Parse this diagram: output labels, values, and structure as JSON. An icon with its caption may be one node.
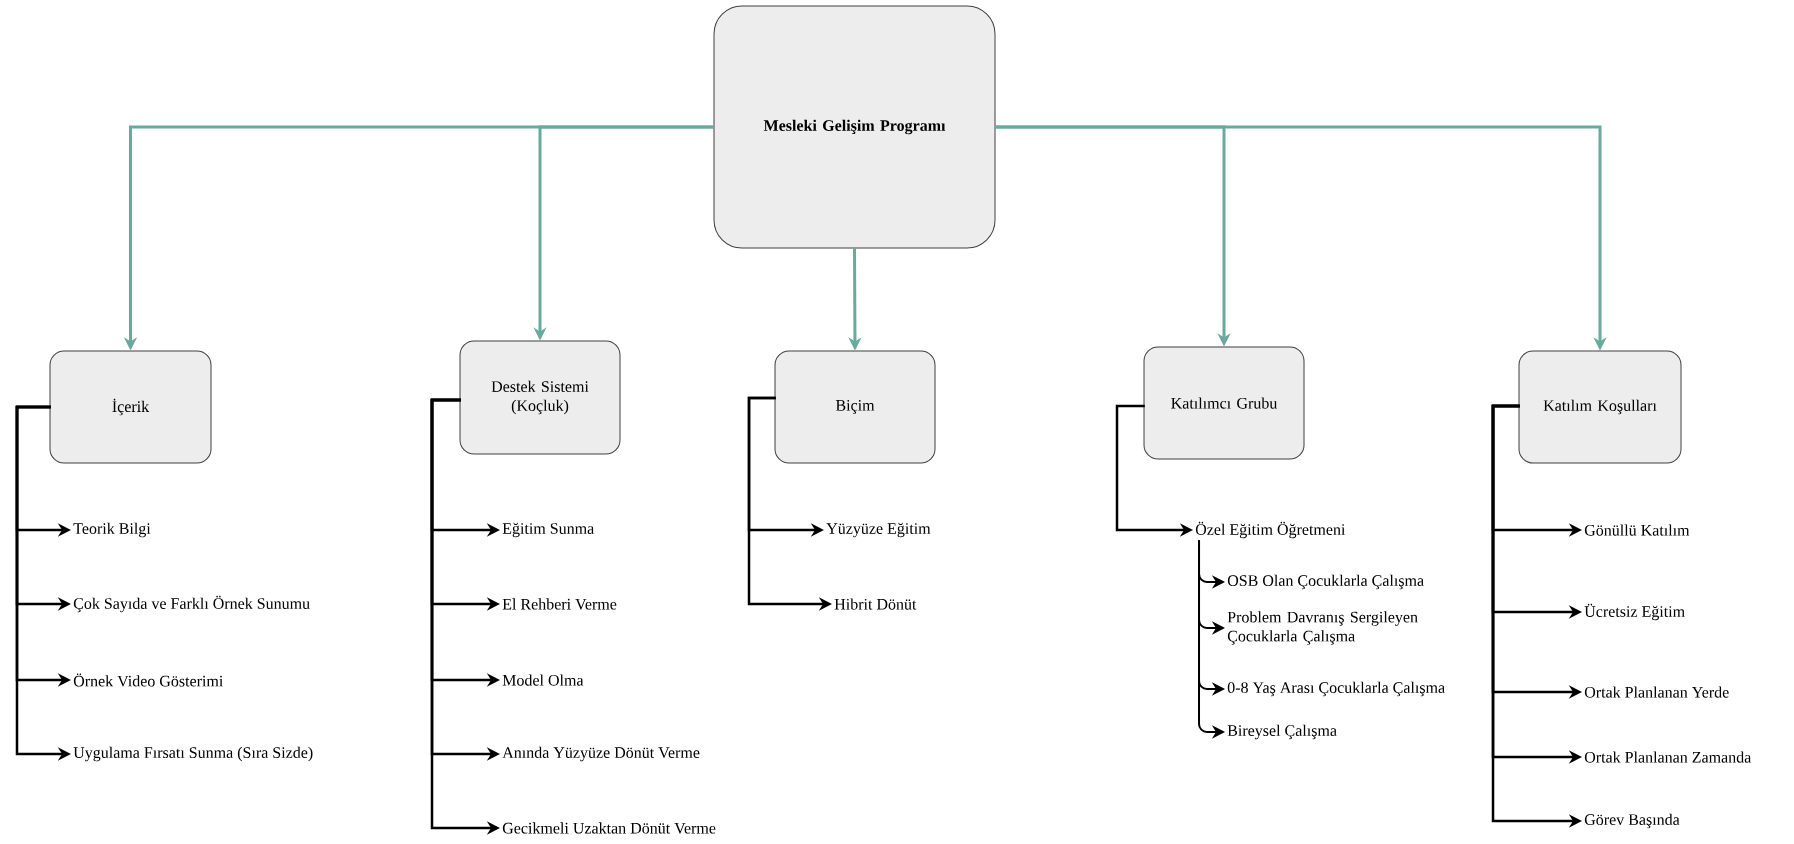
{
  "diagram": {
    "nodes": [
      {
        "text": [
          "Mesleki Gelişim Programı"
        ]
      },
      {
        "text": [
          "İçerik"
        ]
      },
      {
        "text": [
          "Destek Sistemi (Koçluk)"
        ]
      },
      {
        "text": [
          "Biçim"
        ]
      },
      {
        "text": [
          "Katılımcı Grubu"
        ]
      },
      {
        "text": [
          "Katılım Koşulları"
        ]
      },
      {
        "text": [
          "Teorik Bilgi"
        ]
      },
      {
        "text": [
          "Çok Sayıda ve Farklı Örnek Sunumu"
        ]
      },
      {
        "text": [
          "Örnek Video Gösterimi"
        ]
      },
      {
        "text": [
          "Uygulama Fırsatı Sunma (Sıra Sizde)"
        ]
      },
      {
        "text": [
          "Eğitim Sunma"
        ]
      },
      {
        "text": [
          "El Rehberi Verme"
        ]
      },
      {
        "text": [
          "Model Olma"
        ]
      },
      {
        "text": [
          "Anında Yüzyüze Dönüt Verme"
        ]
      },
      {
        "text": [
          "Gecikmeli Uzaktan Dönüt Verme"
        ]
      },
      {
        "text": [
          "Yüzyüze Eğitim"
        ]
      },
      {
        "text": [
          "Hibrit Dönüt"
        ]
      },
      {
        "text": [
          "Özel Eğitim Öğretmeni"
        ]
      },
      {
        "text": [
          "OSB Olan Çocuklarla Çalışma"
        ]
      },
      {
        "text": [
          "Problem Davranış Sergileyen Çocuklarla Çalışma"
        ]
      },
      {
        "text": [
          "0-8 Yaş Arası Çocuklarla Çalışma"
        ]
      },
      {
        "text": [
          "Bireysel Çalışma"
        ]
      },
      {
        "text": [
          "Gönüllü Katılım"
        ]
      },
      {
        "text": [
          "Ücretsiz Eğitim"
        ]
      },
      {
        "text": [
          "Ortak Planlanan Yerde"
        ]
      },
      {
        "text": [
          "Ortak Planlanan Zamanda"
        ]
      },
      {
        "text": [
          "Görev Başında"
        ]
      }
    ],
    "edges": [
      {
        "from": 0,
        "to": 1,
        "arrow": "to",
        "color": "#67ab9f"
      },
      {
        "from": 0,
        "to": 2,
        "arrow": "to",
        "color": "#67ab9f"
      },
      {
        "from": 0,
        "to": 3,
        "arrow": "to",
        "color": "#67ab9f"
      },
      {
        "from": 0,
        "to": 4,
        "arrow": "to",
        "color": "#67ab9f"
      },
      {
        "from": 0,
        "to": 5,
        "arrow": "to",
        "color": "#67ab9f"
      },
      {
        "from": 1,
        "to": 6,
        "arrow": "to"
      },
      {
        "from": 1,
        "to": 7,
        "arrow": "to"
      },
      {
        "from": 1,
        "to": 8,
        "arrow": "to"
      },
      {
        "from": 1,
        "to": 9,
        "arrow": "to"
      },
      {
        "from": 2,
        "to": 10,
        "arrow": "to"
      },
      {
        "from": 2,
        "to": 11,
        "arrow": "to"
      },
      {
        "from": 2,
        "to": 12,
        "arrow": "to"
      },
      {
        "from": 2,
        "to": 13,
        "arrow": "to"
      },
      {
        "from": 2,
        "to": 14,
        "arrow": "to"
      },
      {
        "from": 3,
        "to": 15,
        "arrow": "to"
      },
      {
        "from": 3,
        "to": 16,
        "arrow": "to"
      },
      {
        "from": 4,
        "to": 17,
        "arrow": "to"
      },
      {
        "from": 17,
        "to": 18,
        "arrow": "to"
      },
      {
        "from": 17,
        "to": 19,
        "arrow": "to"
      },
      {
        "from": 17,
        "to": 20,
        "arrow": "to"
      },
      {
        "from": 17,
        "to": 21,
        "arrow": "to"
      },
      {
        "from": 5,
        "to": 22,
        "arrow": "to"
      },
      {
        "from": 5,
        "to": 23,
        "arrow": "to"
      },
      {
        "from": 5,
        "to": 24,
        "arrow": "to"
      },
      {
        "from": 5,
        "to": 25,
        "arrow": "to"
      },
      {
        "from": 5,
        "to": 26,
        "arrow": "to"
      }
    ]
  }
}
